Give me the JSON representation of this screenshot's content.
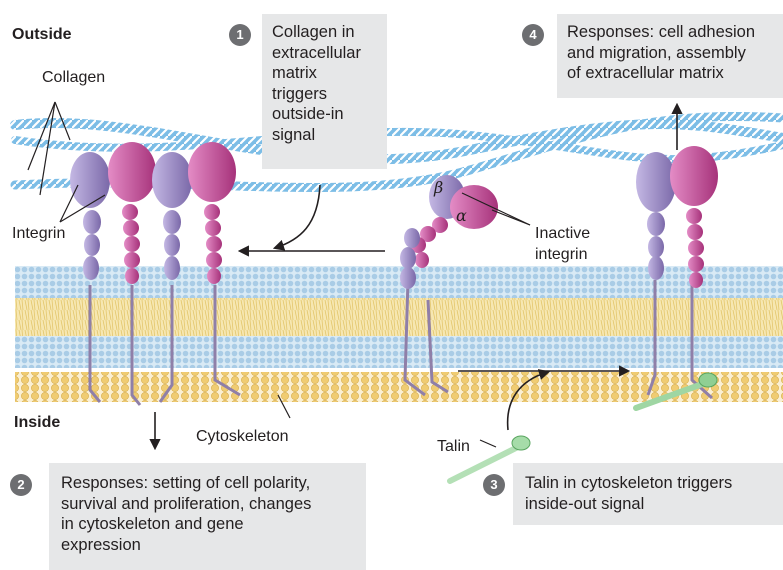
{
  "labels": {
    "outside": "Outside",
    "inside": "Inside",
    "collagen": "Collagen",
    "integrin": "Integrin",
    "inactive_integrin_1": "Inactive",
    "inactive_integrin_2": "integrin",
    "beta": "β",
    "alpha": "α",
    "cytoskeleton": "Cytoskeleton",
    "talin": "Talin"
  },
  "steps": [
    {
      "number": "1",
      "lines": [
        "Collagen in",
        "extracellular",
        "matrix",
        "triggers",
        "outside-in",
        "signal"
      ]
    },
    {
      "number": "2",
      "lines": [
        "Responses: setting of cell polarity,",
        "survival and proliferation, changes",
        "in cytoskeleton and gene",
        "expression"
      ]
    },
    {
      "number": "3",
      "lines": [
        "Talin in cytoskeleton triggers",
        "inside-out signal"
      ]
    },
    {
      "number": "4",
      "lines": [
        "Responses: cell adhesion",
        "and migration, assembly",
        "of extracellular matrix"
      ]
    }
  ],
  "colors": {
    "beta_subunit": "#9b8ac4",
    "alpha_subunit": "#c54b95",
    "membrane_heads": "#b9d6ea",
    "membrane_tails": "#f1dc96",
    "cytoskeleton": "#f2cf78",
    "collagen": "#5aa6d6",
    "talin": "#a6dca9",
    "callout_box": "#e6e7e8"
  }
}
